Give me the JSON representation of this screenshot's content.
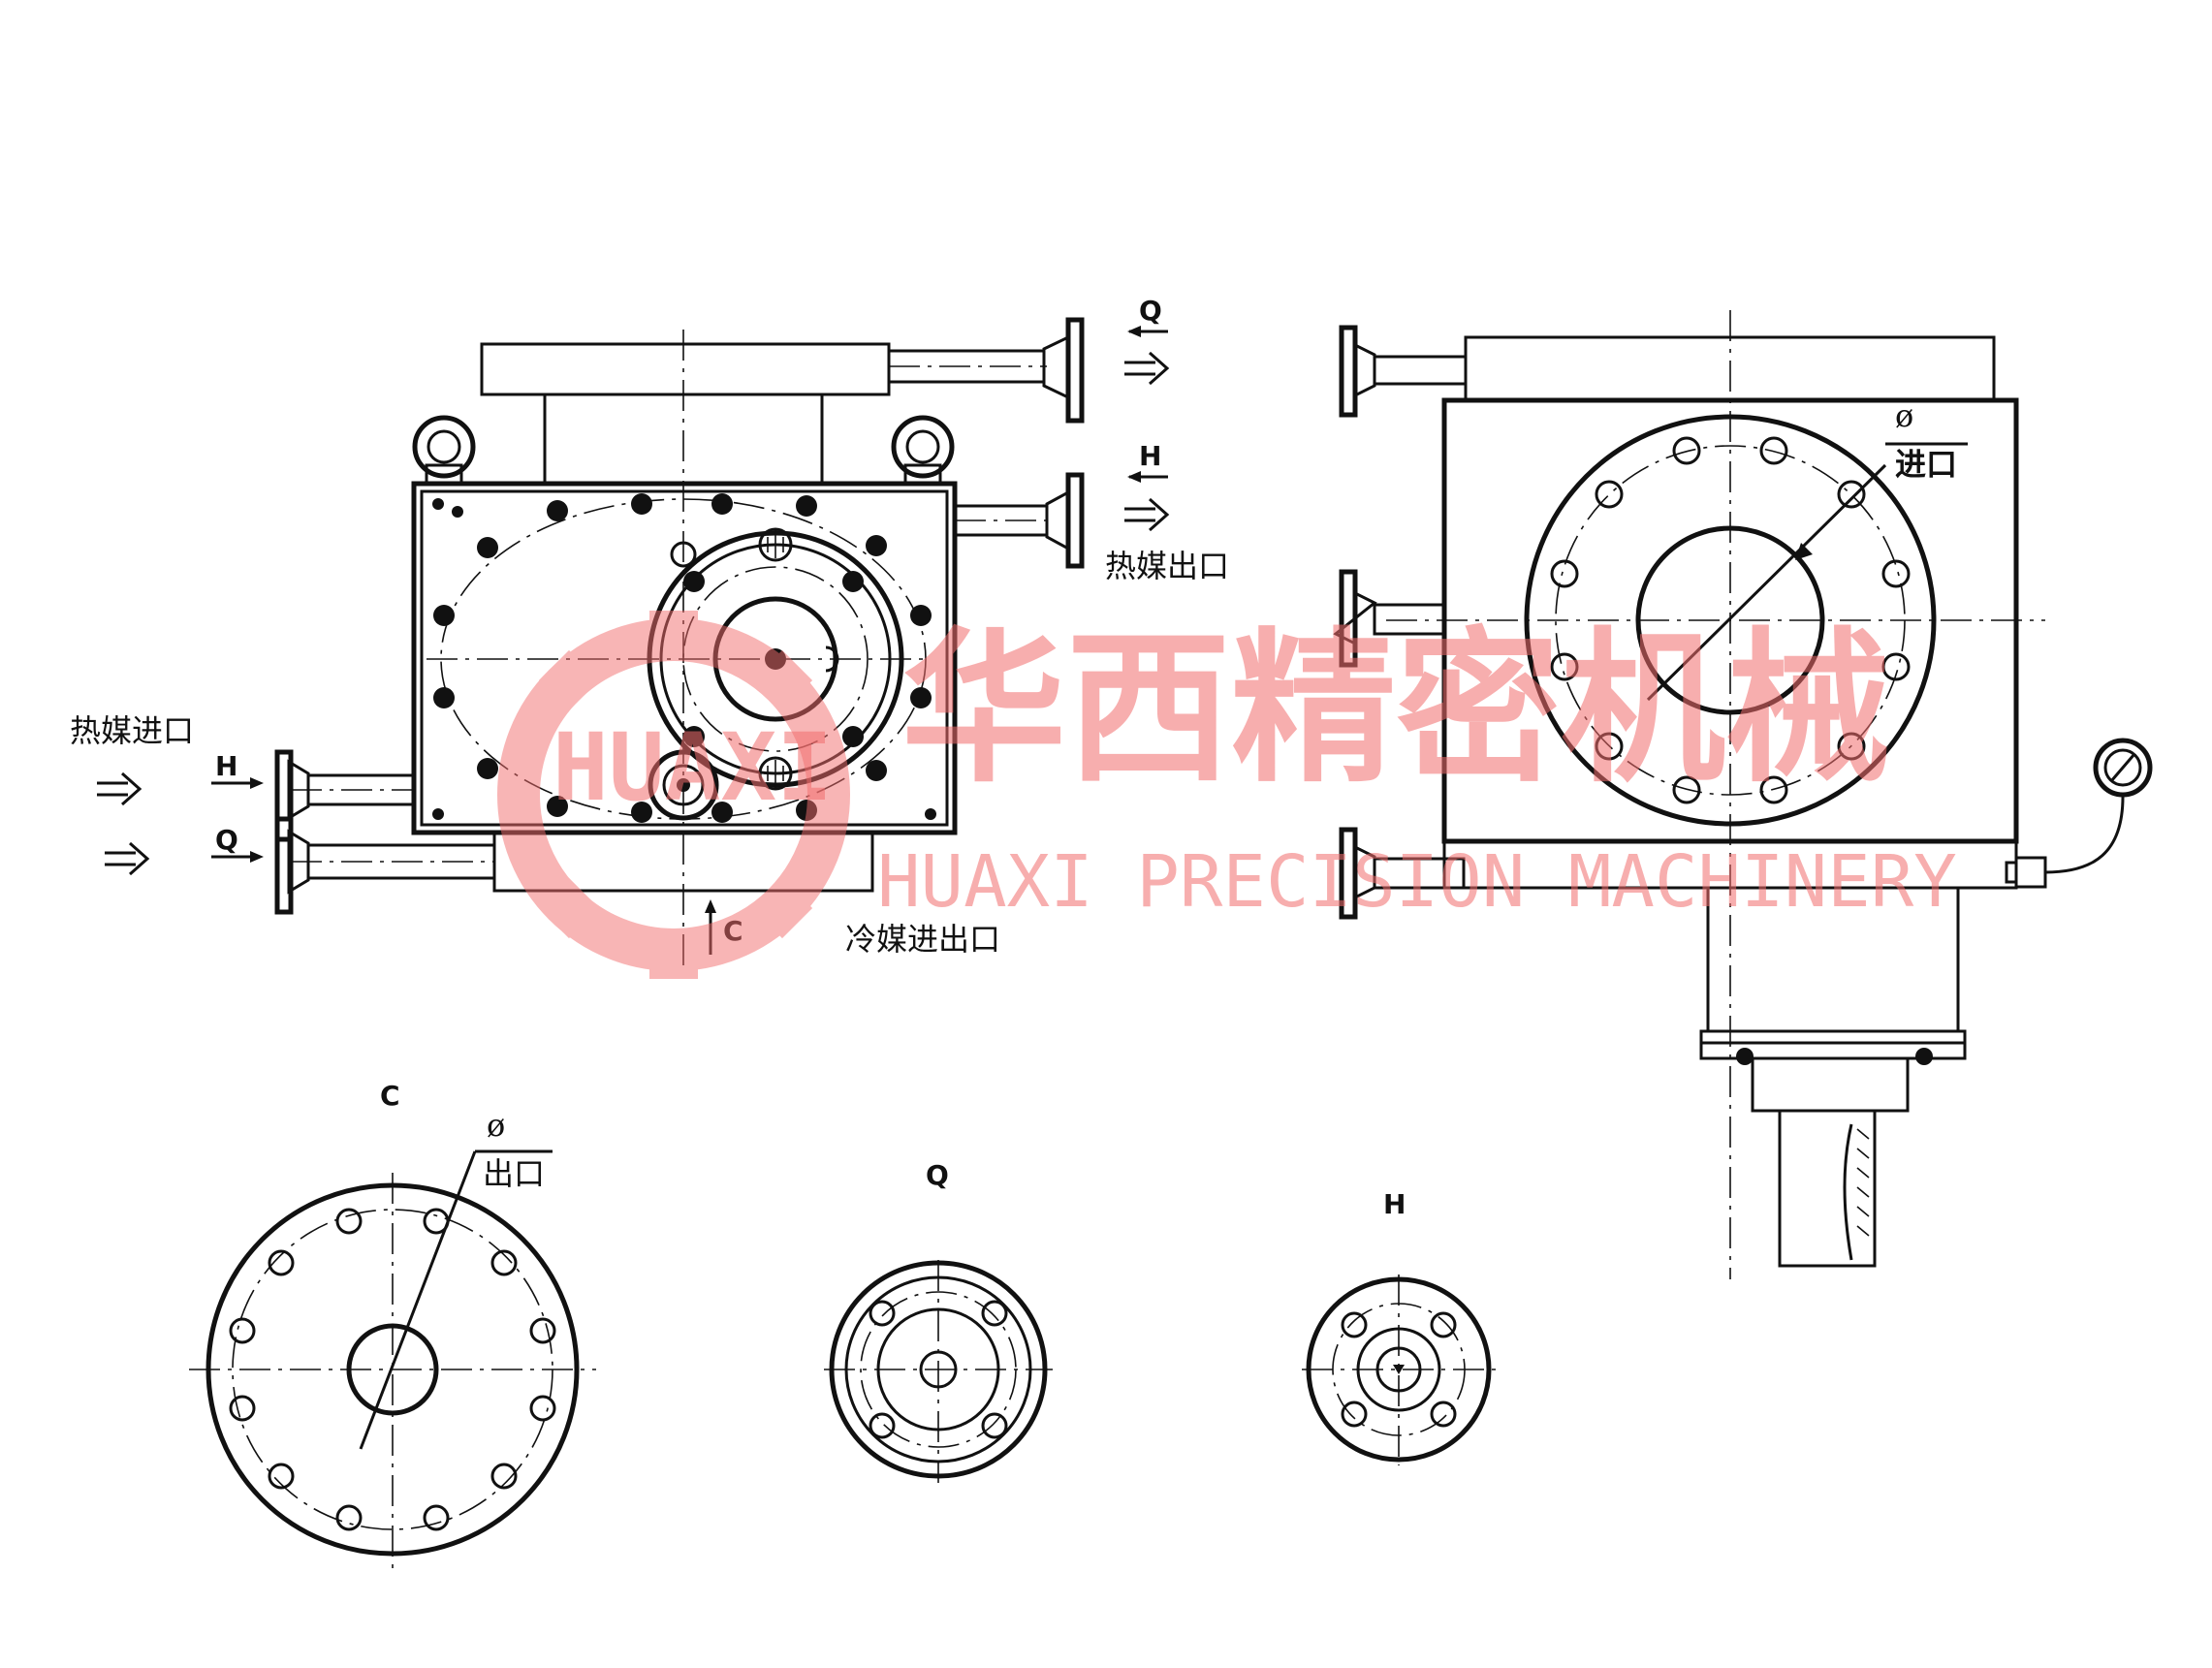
{
  "labels": {
    "q": "Q",
    "h": "H",
    "c": "C",
    "diameter": "ø",
    "hot_media_outlet": "热媒出口",
    "hot_media_inlet": "热媒进口",
    "cold_media_inout": "冷媒进出口",
    "inlet": "进口",
    "outlet": "出口"
  },
  "section_views": {
    "c": "C",
    "q": "Q",
    "h": "H"
  },
  "watermark": {
    "cn": "华西精密机械",
    "en": "HUAXI PRECISION MACHINERY",
    "logo_text": "HUAXI",
    "color": "#f26d6d"
  },
  "colors": {
    "line": "#111111",
    "background": "#ffffff"
  }
}
